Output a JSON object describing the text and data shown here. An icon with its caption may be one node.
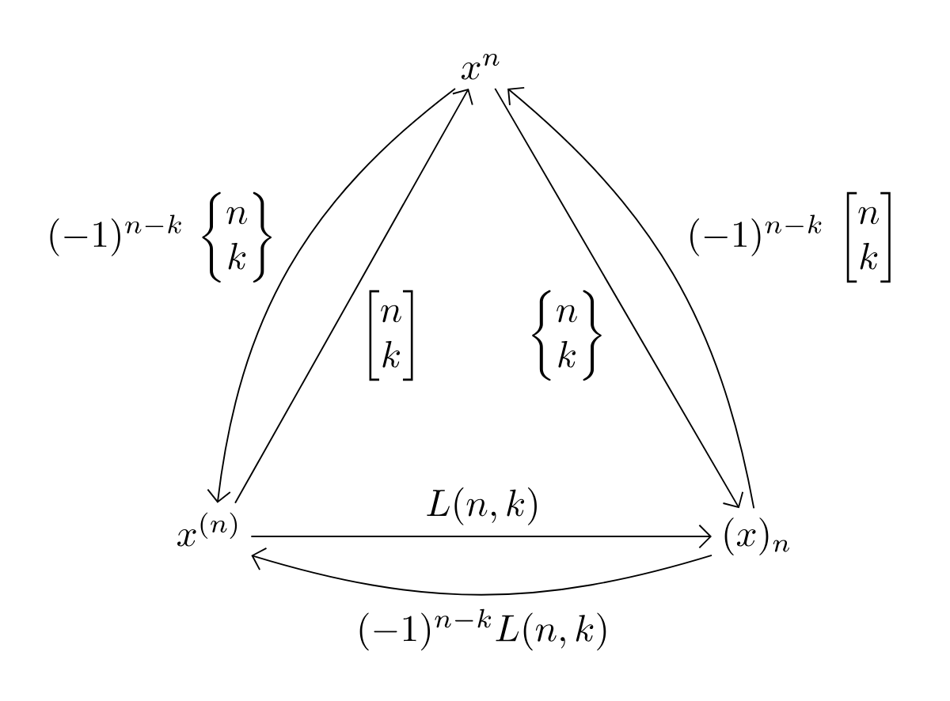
{
  "diagram": {
    "nodes": [
      {
        "text": [
          "x^n"
        ]
      },
      {
        "text": [
          "x^{(n)}"
        ]
      },
      {
        "text": [
          "(x)_n"
        ]
      }
    ],
    "edges": [
      {
        "from": 0,
        "to": 1,
        "arrow": "to",
        "label": "(-1)^{n-k}\\,\\begin{Bmatrix}n\\\\k\\end{Bmatrix}"
      },
      {
        "from": 1,
        "to": 0,
        "arrow": "to",
        "label": "\\begin{bmatrix}n\\\\k\\end{bmatrix}"
      },
      {
        "from": 0,
        "to": 2,
        "arrow": "to",
        "label": "\\begin{Bmatrix}n\\\\k\\end{Bmatrix}"
      },
      {
        "from": 2,
        "to": 0,
        "arrow": "to",
        "label": "(-1)^{n-k}\\,\\begin{bmatrix}n\\\\k\\end{bmatrix}"
      },
      {
        "from": 1,
        "to": 2,
        "arrow": "to",
        "label": "L(n,k)"
      },
      {
        "from": 2,
        "to": 1,
        "arrow": "to",
        "label": "(-1)^{n-k}L(n,k)"
      }
    ]
  }
}
